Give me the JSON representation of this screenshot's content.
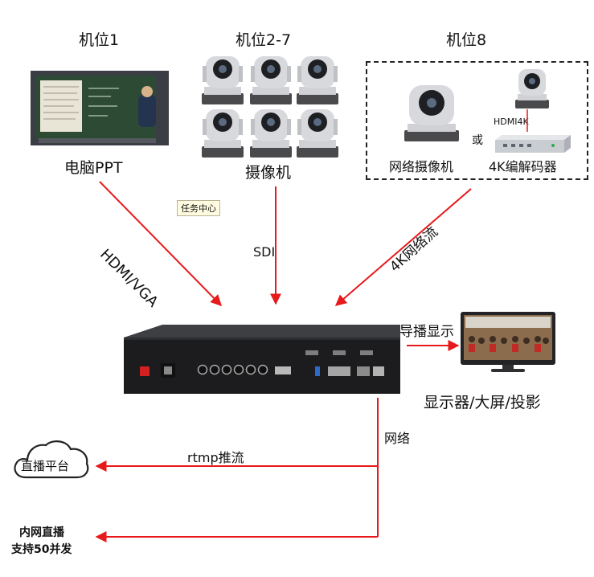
{
  "sources": {
    "pos1": {
      "title": "机位1",
      "caption": "电脑PPT"
    },
    "pos27": {
      "title": "机位2-7",
      "caption": "摄像机"
    },
    "pos8": {
      "title": "机位8",
      "net_camera": "网络摄像机",
      "or": "或",
      "encoder": "4K编解码器",
      "hdmi": "HDMI4K"
    }
  },
  "task_badge": "任务中心",
  "links": {
    "hdmi_vga": "HDMI/VGA",
    "sdi": "SDI",
    "net4k": "4K网络流",
    "director_display": "导播显示",
    "network": "网络",
    "rtmp": "rtmp推流"
  },
  "outputs": {
    "display": "显示器/大屏/投影",
    "live_platform": "直播平台",
    "intranet_line1": "内网直播",
    "intranet_line2": "支持50并发"
  },
  "colors": {
    "arrow": "#e8191b",
    "device": "#1c1c1e"
  }
}
